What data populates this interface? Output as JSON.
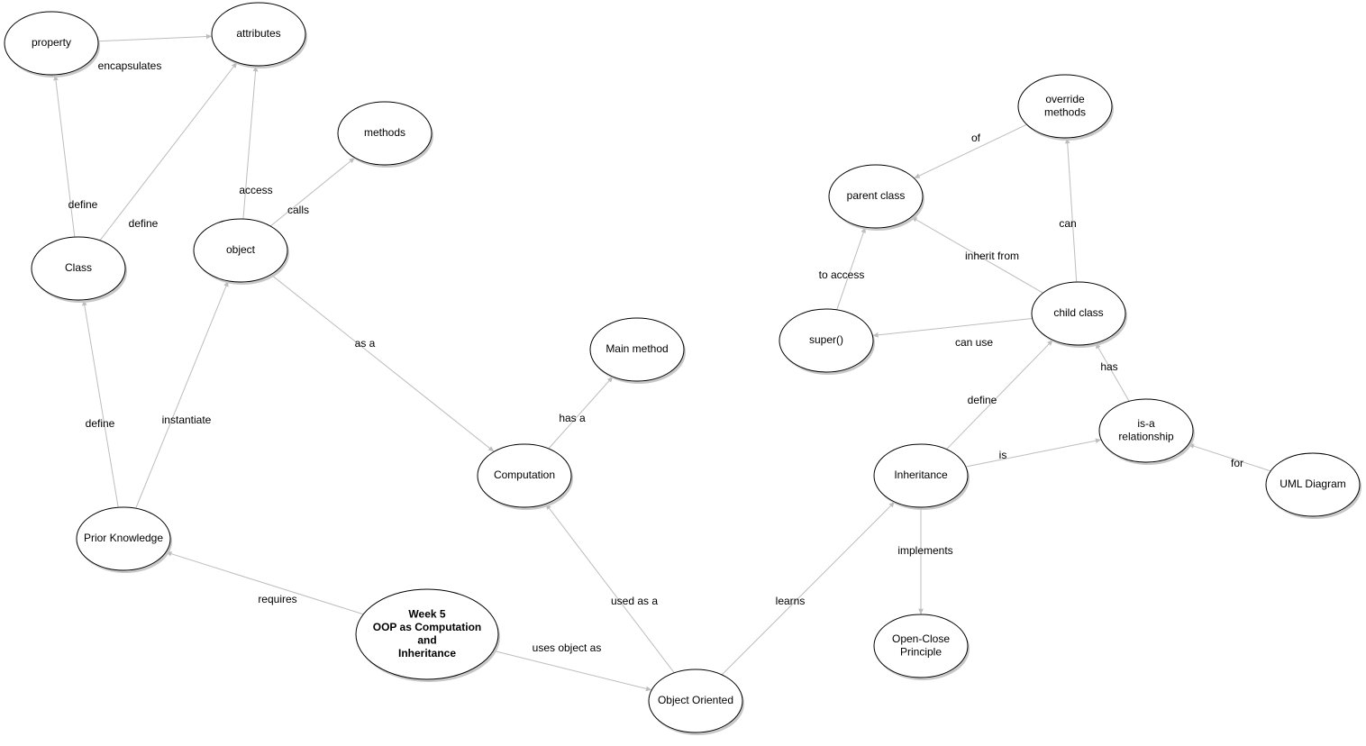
{
  "colors": {
    "node_border": "#000000",
    "edge": "#bdbdbd",
    "text_default": "#000000",
    "text_red": "#e00000",
    "text_blue": "#1010e0",
    "text_magenta": "#e040e0"
  },
  "nodes": {
    "property": {
      "label": [
        "property"
      ]
    },
    "attributes": {
      "label": [
        "attributes"
      ]
    },
    "methods": {
      "label": [
        "methods"
      ]
    },
    "class": {
      "label": [
        "Class"
      ]
    },
    "object": {
      "label": [
        "object"
      ]
    },
    "main_method": {
      "label": [
        "Main method"
      ]
    },
    "computation": {
      "label": [
        "Computation"
      ]
    },
    "prior_knowledge": {
      "label": [
        "Prior Knowledge"
      ],
      "color": "#e00000"
    },
    "week5": {
      "label": [
        "Week 5",
        "OOP as Computation",
        "and",
        "Inheritance"
      ],
      "bold": true
    },
    "object_oriented": {
      "label": [
        "Object Oriented"
      ],
      "color": "#e040e0"
    },
    "override_methods": {
      "label": [
        "override",
        "methods"
      ]
    },
    "parent_class": {
      "label": [
        "parent class"
      ]
    },
    "super": {
      "label": [
        "super()"
      ]
    },
    "child_class": {
      "label": [
        "child class"
      ]
    },
    "is_a": {
      "label": [
        "is-a",
        "relationship"
      ]
    },
    "inheritance": {
      "label": [
        "Inheritance"
      ],
      "color": "#1010e0"
    },
    "uml": {
      "label": [
        "UML Diagram"
      ]
    },
    "open_close": {
      "label": [
        "Open-Close",
        "Principle"
      ]
    }
  },
  "edges": [
    {
      "id": "property-attributes",
      "label": "encapsulates"
    },
    {
      "id": "class-property",
      "label": "define"
    },
    {
      "id": "class-attributes",
      "label": "define"
    },
    {
      "id": "object-attributes",
      "label": "access"
    },
    {
      "id": "object-methods",
      "label": "calls"
    },
    {
      "id": "object-computation",
      "label": "as a"
    },
    {
      "id": "prior-class",
      "label": "define"
    },
    {
      "id": "prior-object",
      "label": "instantiate"
    },
    {
      "id": "computation-main",
      "label": "has a"
    },
    {
      "id": "week5-prior",
      "label": "requires"
    },
    {
      "id": "week5-oo",
      "label": "uses object as"
    },
    {
      "id": "oo-computation",
      "label": "used as a"
    },
    {
      "id": "oo-inheritance",
      "label": "learns"
    },
    {
      "id": "override-parent",
      "label": "of"
    },
    {
      "id": "child-override",
      "label": "can"
    },
    {
      "id": "child-parent",
      "label": "inherit from"
    },
    {
      "id": "super-parent",
      "label": "to access"
    },
    {
      "id": "child-super",
      "label": "can use"
    },
    {
      "id": "inheritance-child",
      "label": "define"
    },
    {
      "id": "isa-child",
      "label": "has"
    },
    {
      "id": "inheritance-isa",
      "label": "is"
    },
    {
      "id": "uml-isa",
      "label": "for"
    },
    {
      "id": "inheritance-openclose",
      "label": "implements"
    }
  ]
}
